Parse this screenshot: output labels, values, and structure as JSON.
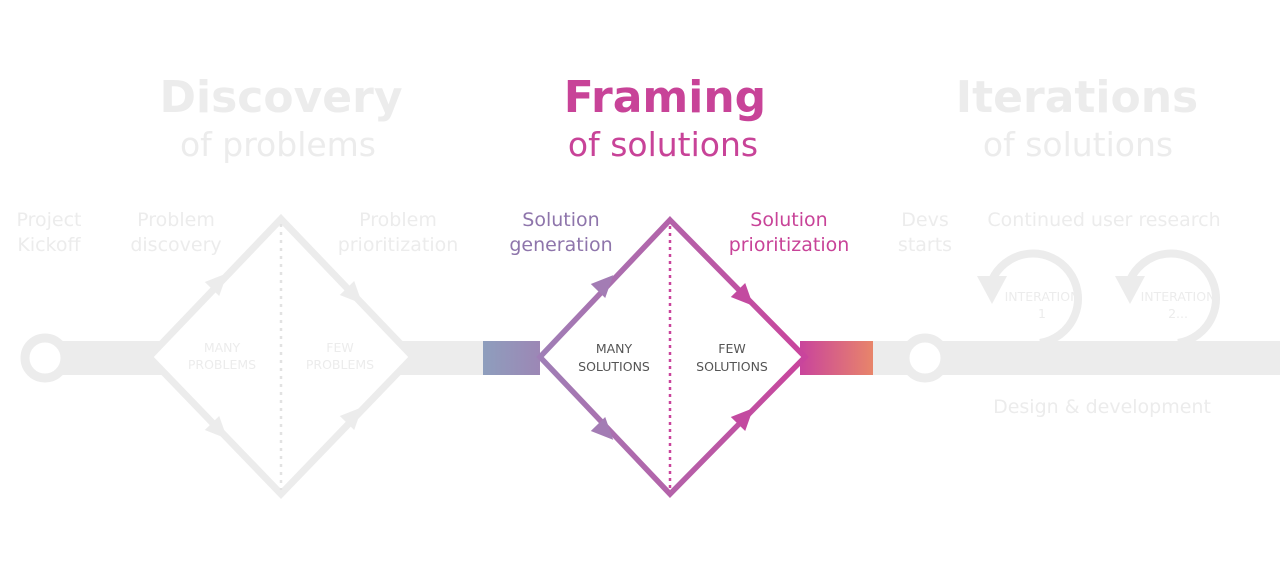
{
  "headings": {
    "discovery": {
      "title": "Discovery",
      "subtitle": "of problems"
    },
    "framing": {
      "title": "Framing",
      "subtitle": "of solutions"
    },
    "iterations": {
      "title": "Iterations",
      "subtitle": "of solutions"
    }
  },
  "stage_labels": {
    "project_kickoff": [
      "Project",
      "Kickoff"
    ],
    "problem_discovery": [
      "Problem",
      "discovery"
    ],
    "problem_prioritization": [
      "Problem",
      "prioritization"
    ],
    "solution_generation": [
      "Solution",
      "generation"
    ],
    "solution_prioritization": [
      "Solution",
      "prioritization"
    ],
    "devs_starts": [
      "Devs",
      "starts"
    ],
    "continued_research": "Continued user research",
    "design_development": "Design & development"
  },
  "diamond_labels": {
    "many_problems": [
      "MANY",
      "PROBLEMS"
    ],
    "few_problems": [
      "FEW",
      "PROBLEMS"
    ],
    "many_solutions": [
      "MANY",
      "SOLUTIONS"
    ],
    "few_solutions": [
      "FEW",
      "SOLUTIONS"
    ]
  },
  "iterations": [
    {
      "label": "INTERATION",
      "number": "1"
    },
    {
      "label": "INTERATION",
      "number": "2..."
    }
  ],
  "colors": {
    "muted": "#ececec",
    "magenta": "#c9449c",
    "purple": "#9f7fb6",
    "slate": "#8e9ebd",
    "orange": "#e8856a",
    "label_purple": "#8e75ab",
    "label_magenta": "#c84398"
  }
}
